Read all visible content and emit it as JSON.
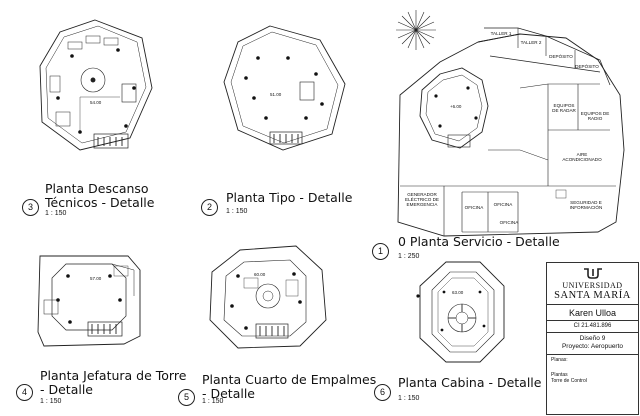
{
  "views": [
    {
      "number": "3",
      "title": "Planta Descanso Técnicos - Detalle",
      "scale": "1 : 150",
      "elevation": "54.00"
    },
    {
      "number": "2",
      "title": "Planta Tipo - Detalle",
      "scale": "1 : 150",
      "elevation": "51.00"
    },
    {
      "number": "1",
      "title": "0 Planta Servicio - Detalle",
      "scale": "1 : 250",
      "elevation": "+6.00"
    },
    {
      "number": "4",
      "title": "Planta Jefatura de Torre - Detalle",
      "scale": "1 : 150",
      "elevation": "57.00"
    },
    {
      "number": "5",
      "title": "Planta Cuarto de Empalmes - Detalle",
      "scale": "1 : 150",
      "elevation": "60.00"
    },
    {
      "number": "6",
      "title": "Planta Cabina - Detalle",
      "scale": "1 : 150",
      "elevation": "63.00"
    }
  ],
  "service_rooms": {
    "taller1": "TALLER 1",
    "taller2": "TALLER 2",
    "deposito1": "DEPÓSITO",
    "deposito2": "DEPÓSITO",
    "equipos_radar": "EQUIPOS DE RADAR",
    "equipos_radio": "EQUIPOS DE RADIO",
    "aire": "AIRE ACONDICIONADO",
    "generador": "GENERADOR ELÉCTRICO DE EMERGENCIA",
    "oficina1": "OFICINA",
    "oficina2": "OFICINA",
    "oficina3": "OFICINA",
    "seguridad": "SEGURIDAD E INFORMACIÓN"
  },
  "title_block": {
    "university_line1": "UNIVERSIDAD",
    "university_line2": "SANTA MARÍA",
    "author": "Karen Ulloa",
    "id": "CI 21.481.896",
    "course": "Diseño 9",
    "project": "Proyecto: Aeropuerto",
    "planas_label": "Planas:",
    "content_line1": "Plantas",
    "content_line2": "Torre de Control"
  }
}
